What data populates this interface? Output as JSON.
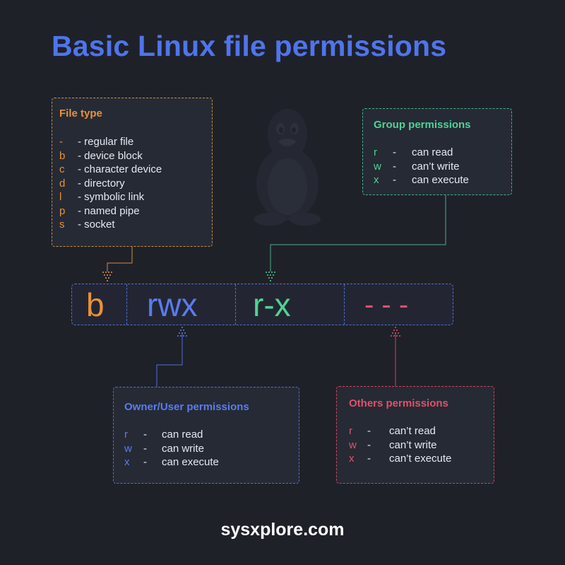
{
  "title": "Basic Linux file permissions",
  "permission_string": {
    "type": "b",
    "owner": "rwx",
    "group": "r-x",
    "others": "- - -"
  },
  "file_type": {
    "heading": "File type",
    "items": [
      {
        "code": "-",
        "desc": "- regular file"
      },
      {
        "code": "b",
        "desc": "- device block"
      },
      {
        "code": "c",
        "desc": "- character device"
      },
      {
        "code": "d",
        "desc": "- directory"
      },
      {
        "code": "l",
        "desc": "- symbolic link"
      },
      {
        "code": "p",
        "desc": "- named pipe"
      },
      {
        "code": "s",
        "desc": "- socket"
      }
    ]
  },
  "group_permissions": {
    "heading": "Group permissions",
    "items": [
      {
        "code": "r",
        "dash": "-",
        "desc": "can read"
      },
      {
        "code": "w",
        "dash": "-",
        "desc": "can’t write"
      },
      {
        "code": "x",
        "dash": "-",
        "desc": "can execute"
      }
    ]
  },
  "owner_permissions": {
    "heading": "Owner/User permissions",
    "items": [
      {
        "code": "r",
        "dash": "-",
        "desc": "can read"
      },
      {
        "code": "w",
        "dash": "-",
        "desc": "can write"
      },
      {
        "code": "x",
        "dash": "-",
        "desc": "can execute"
      }
    ]
  },
  "others_permissions": {
    "heading": "Others permissions",
    "items": [
      {
        "code": "r",
        "dash": "-",
        "desc": "can’t read"
      },
      {
        "code": "w",
        "dash": "-",
        "desc": "can’t write"
      },
      {
        "code": "x",
        "dash": "-",
        "desc": "can’t execute"
      }
    ]
  },
  "footer": "sysxplore.com",
  "colors": {
    "title": "#4f74ec",
    "file_type": "#e8923a",
    "owner": "#5a7cf0",
    "group": "#4fd394",
    "others": "#e2506a",
    "background": "#1f2129"
  },
  "icons": [
    "tux-penguin-icon"
  ]
}
